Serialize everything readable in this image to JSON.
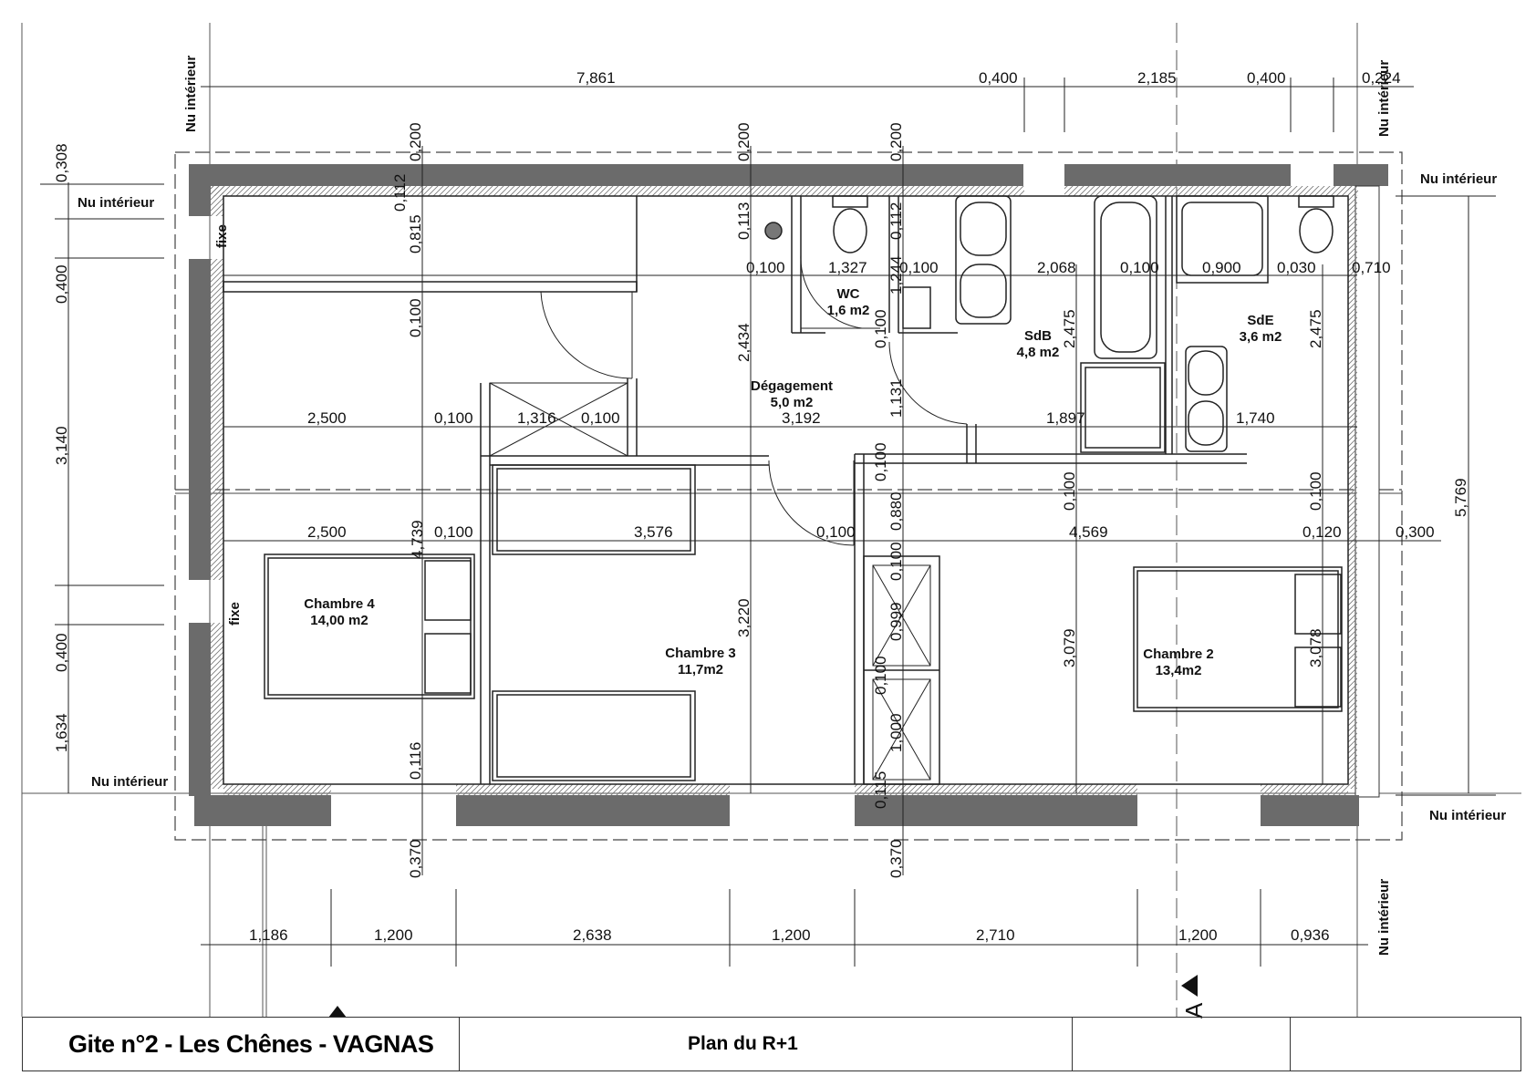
{
  "title_block": {
    "project": "Gite n°2 - Les Chênes - VAGNAS",
    "sheet": "Plan du R+1"
  },
  "rooms": [
    {
      "name": "WC",
      "area": "1,6 m2"
    },
    {
      "name": "SdB",
      "area": "4,8 m2"
    },
    {
      "name": "SdE",
      "area": "3,6 m2"
    },
    {
      "name": "Dégagement",
      "area": "5,0 m2"
    },
    {
      "name": "Chambre 4",
      "area": "14,00 m2"
    },
    {
      "name": "Chambre 3",
      "area": "11,7m2"
    },
    {
      "name": "Chambre 2",
      "area": "13,4m2"
    }
  ],
  "labels": {
    "nu_interieur": "Nu intérieur",
    "fixe": "fixe",
    "section_marker": "A"
  },
  "dims_top": [
    "7,861",
    "0,400",
    "2,185",
    "0,400",
    "0,224"
  ],
  "dims_bottom": [
    "1,186",
    "1,200",
    "2,638",
    "1,200",
    "2,710",
    "1,200",
    "0,936"
  ],
  "dims_left": [
    "0,308",
    "0,400",
    "3,140",
    "0,400",
    "1,634"
  ],
  "dims_right": [
    "5,769"
  ],
  "dims_row1": [
    "0,100",
    "1,327",
    "0,100",
    "2,068",
    "0,100",
    "0,900",
    "0,030",
    "0,710"
  ],
  "dims_row2": [
    "2,500",
    "0,100",
    "1,316",
    "0,100",
    "3,192",
    "1,897",
    "1,740"
  ],
  "dims_row3": [
    "2,500",
    "0,100",
    "3,576",
    "0,100",
    "4,569",
    "0,120",
    "0,300"
  ],
  "dims_vertical": {
    "col_a": [
      "0,200",
      "0,112",
      "0,815",
      "0,100",
      "4,739",
      "0,116",
      "0,370"
    ],
    "col_b": [
      "0,200",
      "0,113",
      "2,434",
      "3,220"
    ],
    "col_c": [
      "0,200",
      "0,112",
      "1,244",
      "0,100",
      "1,131",
      "0,100",
      "0,880",
      "0,100",
      "0,999",
      "0,100",
      "1,000",
      "0,115",
      "0,370"
    ],
    "col_d": [
      "2,475",
      "0,100",
      "3,079"
    ],
    "col_e": [
      "2,475",
      "0,100",
      "3,078"
    ]
  },
  "colors": {
    "wall": "#6b6b6b",
    "line": "#111111",
    "hatch": "#888888"
  }
}
